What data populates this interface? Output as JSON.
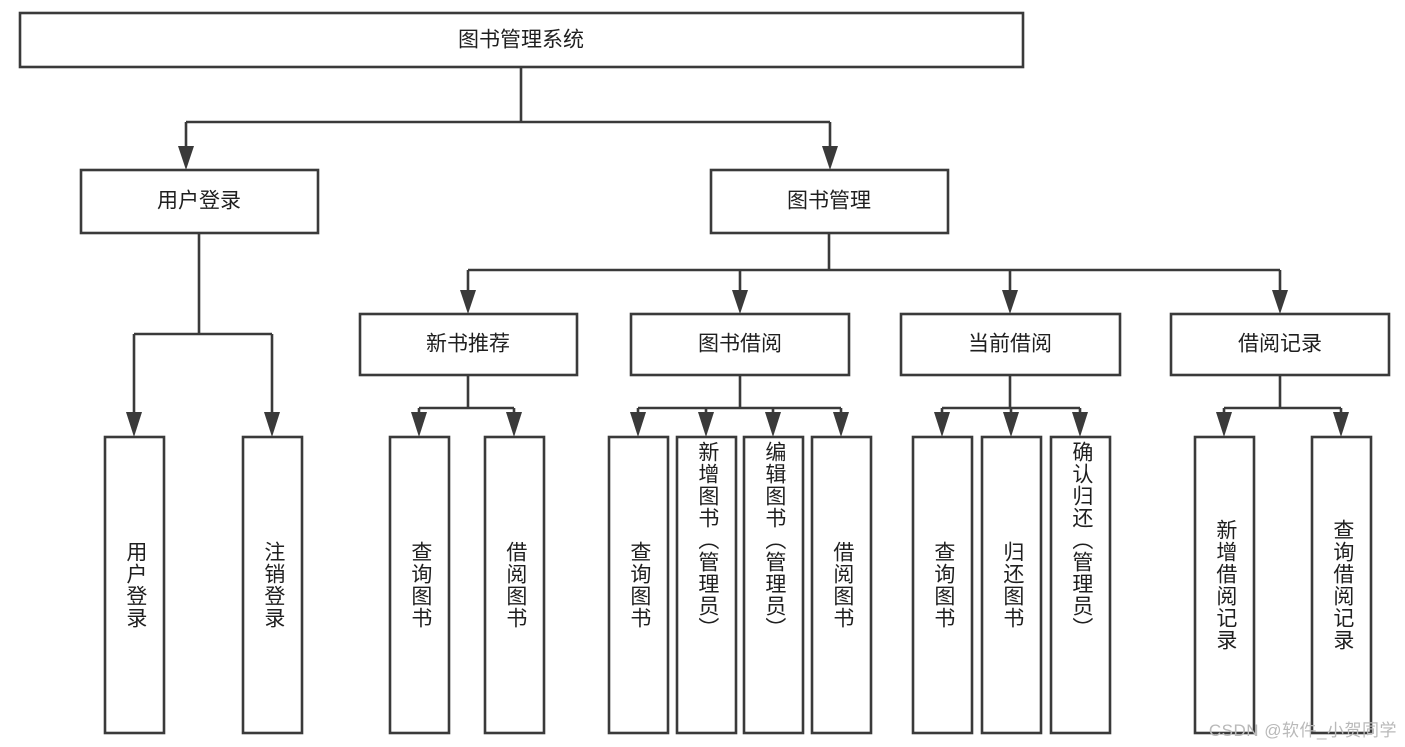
{
  "diagram": {
    "title": "图书管理系统",
    "type": "hierarchy-tree",
    "watermark": "CSDN @软件_小贺同学",
    "colors": {
      "stroke": "#3a3a3a",
      "box_fill": "#ffffff",
      "text": "#1f1f1f",
      "background": "#ffffff",
      "watermark": "#b9b9b9"
    },
    "root": {
      "label": "图书管理系统"
    },
    "level2": [
      {
        "id": "user-login",
        "label": "用户登录"
      },
      {
        "id": "book-manage",
        "label": "图书管理"
      }
    ],
    "level3": [
      {
        "id": "new-book-recommend",
        "label": "新书推荐",
        "parent": "book-manage"
      },
      {
        "id": "book-borrow",
        "label": "图书借阅",
        "parent": "book-manage"
      },
      {
        "id": "current-borrow",
        "label": "当前借阅",
        "parent": "book-manage"
      },
      {
        "id": "borrow-record",
        "label": "借阅记录",
        "parent": "book-manage"
      }
    ],
    "leaves": {
      "user-login": [
        {
          "id": "leaf-user-login",
          "label": "用户登录"
        },
        {
          "id": "leaf-logout-login",
          "label": "注销登录"
        }
      ],
      "new-book-recommend": [
        {
          "id": "leaf-query-book-1",
          "label": "查询图书"
        },
        {
          "id": "leaf-borrow-book-1",
          "label": "借阅图书"
        }
      ],
      "book-borrow": [
        {
          "id": "leaf-query-book-2",
          "label": "查询图书"
        },
        {
          "id": "leaf-add-book",
          "label": "新增图书（管理员）"
        },
        {
          "id": "leaf-edit-book",
          "label": "编辑图书（管理员）"
        },
        {
          "id": "leaf-borrow-book-2",
          "label": "借阅图书"
        }
      ],
      "current-borrow": [
        {
          "id": "leaf-query-book-3",
          "label": "查询图书"
        },
        {
          "id": "leaf-return-book",
          "label": "归还图书"
        },
        {
          "id": "leaf-confirm-return",
          "label": "确认归还（管理员）"
        }
      ],
      "borrow-record": [
        {
          "id": "leaf-add-record",
          "label": "新增借阅记录"
        },
        {
          "id": "leaf-query-record",
          "label": "查询借阅记录"
        }
      ]
    }
  }
}
